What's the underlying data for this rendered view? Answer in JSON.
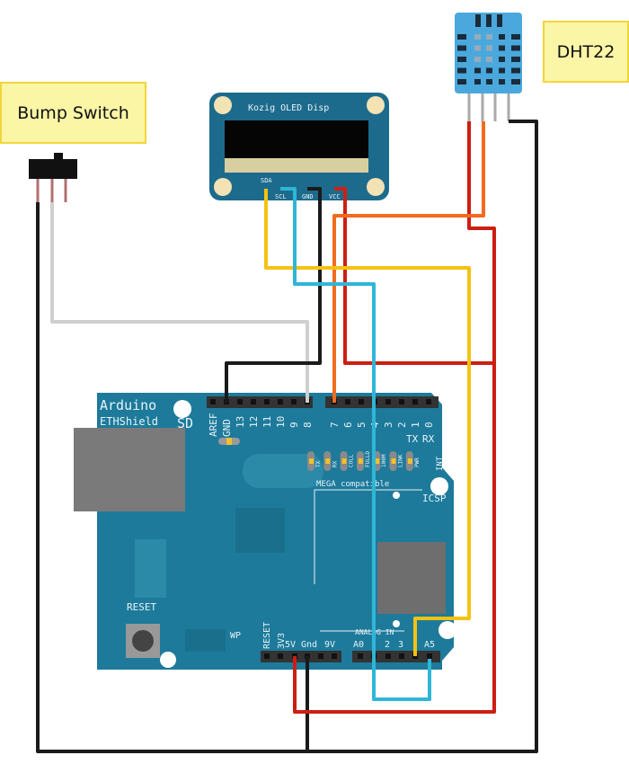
{
  "notes": {
    "bump_switch": "Bump Switch",
    "dht22": "DHT22"
  },
  "oled": {
    "title": "Kozig OLED Disp",
    "pins": [
      "SDA",
      "SCL",
      "GND",
      "VCC"
    ]
  },
  "arduino": {
    "brand": "Arduino",
    "model": "ETHShield",
    "sd": "SD",
    "top_pins": [
      "AREF",
      "GND",
      "13",
      "12",
      "11",
      "10",
      "9",
      "8",
      "7",
      "6",
      "5",
      "4",
      "3",
      "2",
      "1",
      "0"
    ],
    "tx": "TX",
    "rx": "RX",
    "int": "INT",
    "leds": [
      "TX",
      "RX",
      "COLL",
      "FULLD",
      "100M",
      "LINK",
      "PWR"
    ],
    "mega": "MEGA compatible",
    "icsp": "ICSP",
    "reset": "RESET",
    "wp": "WP",
    "power_pins": [
      "RESET",
      "3V3",
      "5V",
      "Gnd",
      "9V"
    ],
    "analog_label": "ANALOG IN",
    "analog_pins": [
      "A0",
      "1",
      "2",
      "3",
      "4",
      "A5"
    ]
  },
  "wire_colors": {
    "sda": "#f5c211",
    "scl": "#2fb6d6",
    "gnd": "#1a1a1a",
    "vcc": "#cc1f12",
    "data": "#f26b1d",
    "switch": "#cfcfcf"
  }
}
